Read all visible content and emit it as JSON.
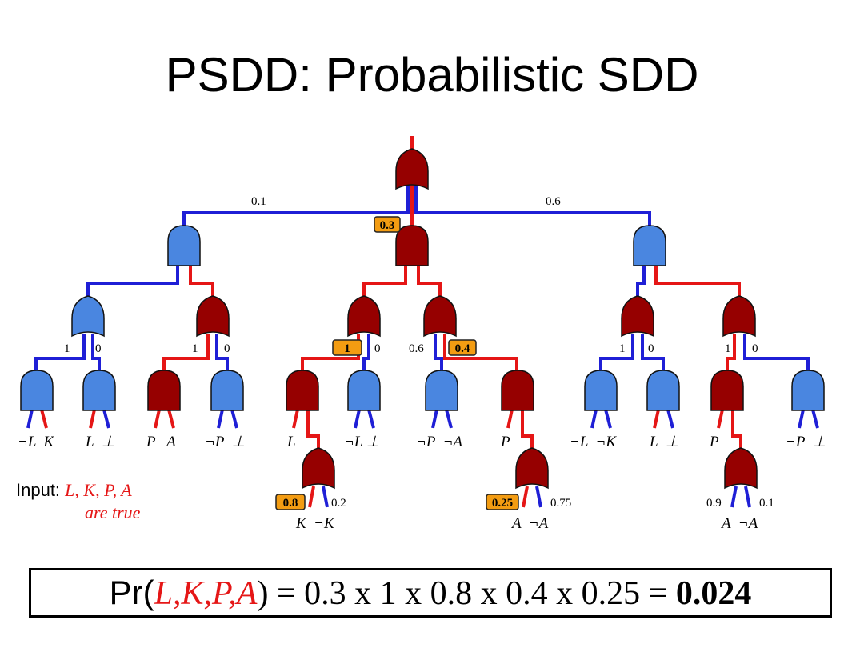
{
  "title": "PSDD: Probabilistic SDD",
  "edge_labels": {
    "root_left": "0.1",
    "root_right": "0.6",
    "root_mid_badge": "0.3",
    "or1_left": "1",
    "or1_right": "0",
    "or2_left": "1",
    "or2_right": "0",
    "or3_left_badge": "1",
    "or3_right": "0",
    "or4_left": "0.6",
    "or4_right_badge": "0.4",
    "or5_left": "1",
    "or5_right": "0",
    "or6_left": "1",
    "or6_right": "0",
    "sub1_left_badge": "0.8",
    "sub1_right": "0.2",
    "sub2_left_badge": "0.25",
    "sub2_right": "0.75",
    "sub3_left": "0.9",
    "sub3_right": "0.1"
  },
  "leaf_labels": {
    "a1": "¬L  K",
    "a2": "L  ⊥",
    "a3": "P   A",
    "a4": "¬P  ⊥",
    "a5": "L",
    "a6": "¬L ⊥",
    "a7": "¬P  ¬A",
    "a8": "P",
    "a9": "¬L  ¬K",
    "a10": "L  ⊥",
    "a11": "P",
    "a12": "¬P  ⊥",
    "sub1": "K  ¬K",
    "sub2": "A  ¬A",
    "sub3": "A  ¬A"
  },
  "input_note": {
    "prefix": "Input: ",
    "vars": "L, K, P, A",
    "line2": "are true"
  },
  "formula": {
    "prefix": "Pr(",
    "vars": "L,K,P,A",
    "body": ") = 0.3 x 1 x 0.8 x 0.4 x 0.25 = ",
    "result": "0.024"
  }
}
